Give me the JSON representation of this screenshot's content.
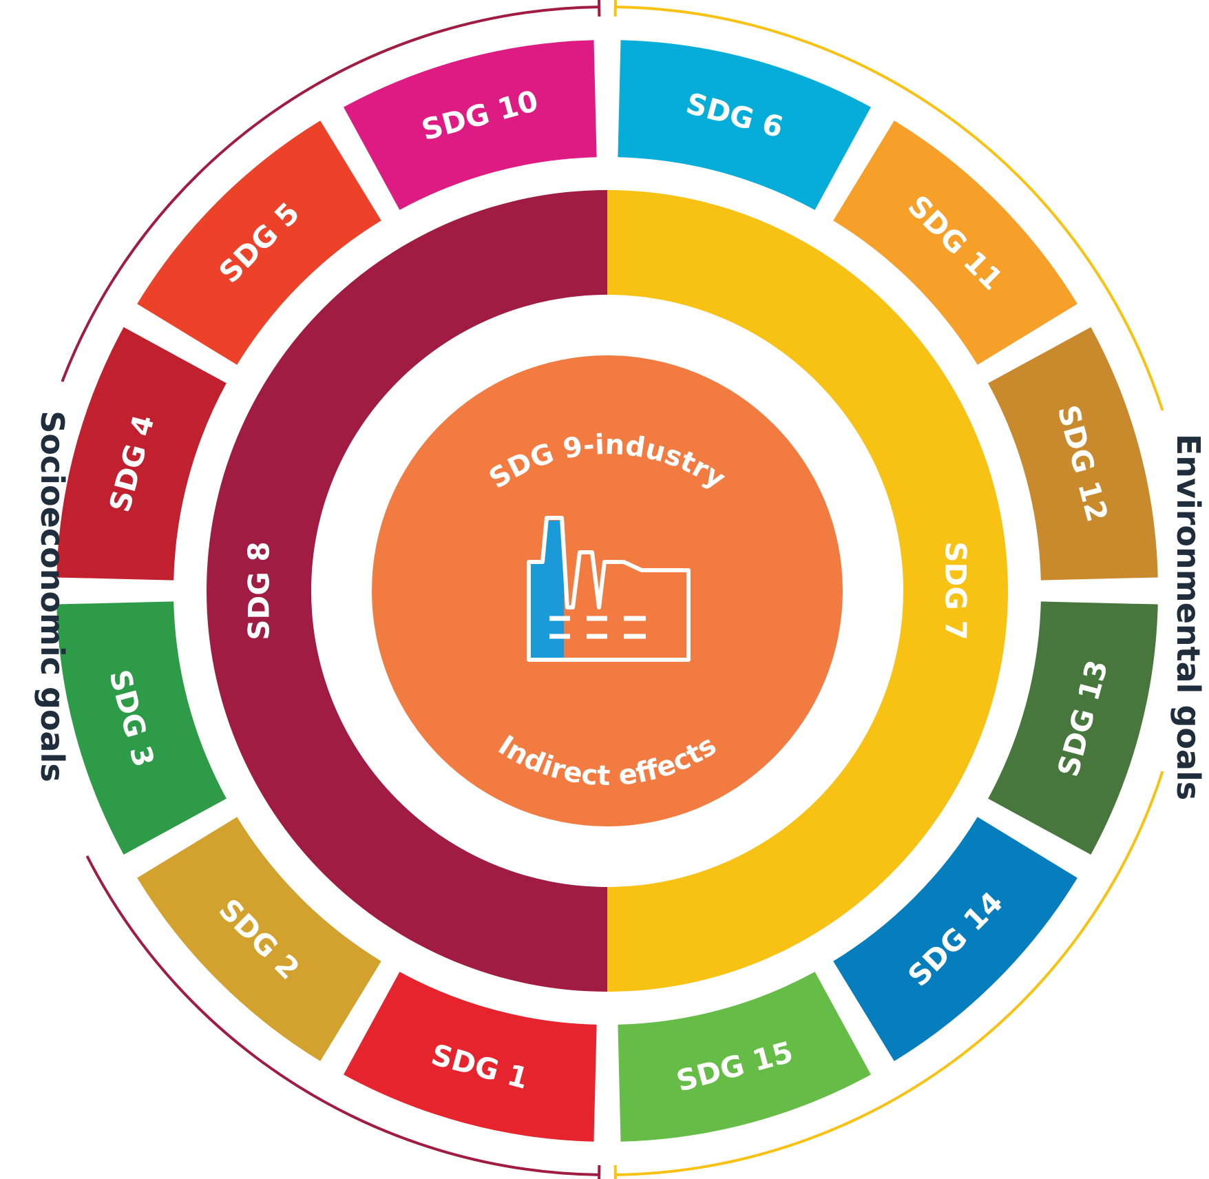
{
  "core": {
    "top_label": "SDG 9-industry",
    "bottom_label": "Indirect effects",
    "color": "#F27B42",
    "icon": "factory-icon"
  },
  "middle_ring": [
    {
      "label": "SDG 8",
      "color": "#A11C43"
    },
    {
      "label": "SDG 7",
      "color": "#F8C215"
    }
  ],
  "outer_ring": [
    {
      "label": "SDG 10",
      "color": "#DE1A83",
      "group": "socioeconomic"
    },
    {
      "label": "SDG 5",
      "color": "#EC4229",
      "group": "socioeconomic"
    },
    {
      "label": "SDG 4",
      "color": "#C1202F",
      "group": "socioeconomic"
    },
    {
      "label": "SDG 3",
      "color": "#2D9B47",
      "group": "socioeconomic"
    },
    {
      "label": "SDG 2",
      "color": "#D3A22E",
      "group": "socioeconomic"
    },
    {
      "label": "SDG 1",
      "color": "#E5242D",
      "group": "socioeconomic"
    },
    {
      "label": "SDG 6",
      "color": "#05ADD8",
      "group": "environmental"
    },
    {
      "label": "SDG 11",
      "color": "#F6A02A",
      "group": "environmental"
    },
    {
      "label": "SDG 12",
      "color": "#C9892D",
      "group": "environmental"
    },
    {
      "label": "SDG 13",
      "color": "#48773D",
      "group": "environmental"
    },
    {
      "label": "SDG 14",
      "color": "#067EBE",
      "group": "environmental"
    },
    {
      "label": "SDG 15",
      "color": "#65BC46",
      "group": "environmental"
    }
  ],
  "groups": {
    "socioeconomic": {
      "label": "Socioeconomic goals",
      "color": "#A11C43"
    },
    "environmental": {
      "label": "Environmental goals",
      "color": "#F8C215"
    }
  },
  "icon_colors": {
    "accent": "#1A9BD7",
    "line": "#ffffff"
  }
}
